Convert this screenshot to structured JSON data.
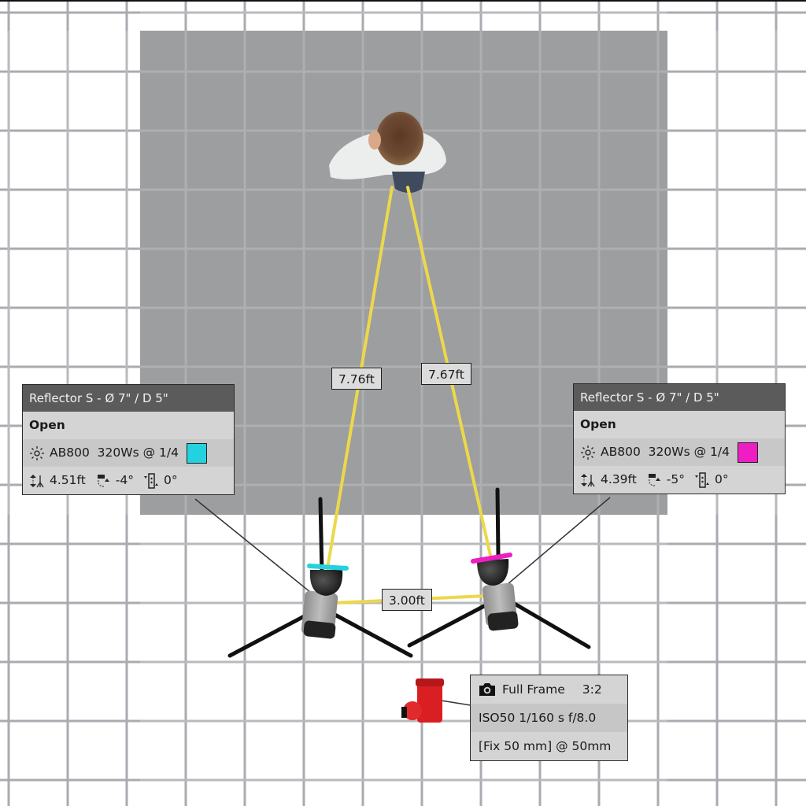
{
  "colors": {
    "grid": "#a9abb0",
    "backdrop": "#9c9ea0",
    "beam": "#ecd84a",
    "light_left_modifier": "#22d3df",
    "light_right_modifier": "#ee1ec4",
    "camera": "#d91f22"
  },
  "lights": [
    {
      "id": "left",
      "title": "Reflector S - Ø 7\" / D 5\"",
      "modifier_state": "Open",
      "icon_power": "flash-sun-icon",
      "power": "AB800  320Ws @ 1/4",
      "color_tag": "#22d3df",
      "height": "4.51ft",
      "tilt": "-4°",
      "rotation": "0°"
    },
    {
      "id": "right",
      "title": "Reflector S - Ø 7\" / D 5\"",
      "modifier_state": "Open",
      "icon_power": "flash-sun-icon",
      "power": "AB800  320Ws @ 1/4",
      "color_tag": "#ee1ec4",
      "height": "4.39ft",
      "tilt": "-5°",
      "rotation": "0°"
    }
  ],
  "distances": {
    "left_to_subject": "7.76ft",
    "right_to_subject": "7.67ft",
    "light_to_light": "3.00ft"
  },
  "camera": {
    "sensor": "Full Frame",
    "aspect": "3:2",
    "exposure": "ISO50 1/160 s f/8.0",
    "lens": "[Fix 50 mm] @ 50mm"
  }
}
